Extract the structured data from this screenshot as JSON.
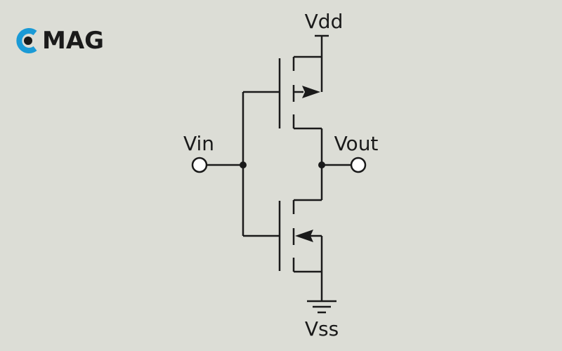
{
  "logo": {
    "text": "MAG",
    "mark_color": "#1a9ad6"
  },
  "circuit": {
    "labels": {
      "vdd": "Vdd",
      "vin": "Vin",
      "vout": "Vout",
      "vss": "Vss"
    },
    "components": [
      "pmos-transistor",
      "nmos-transistor"
    ],
    "line_color": "#1a1a1a",
    "terminal_fill": "#ffffff"
  }
}
